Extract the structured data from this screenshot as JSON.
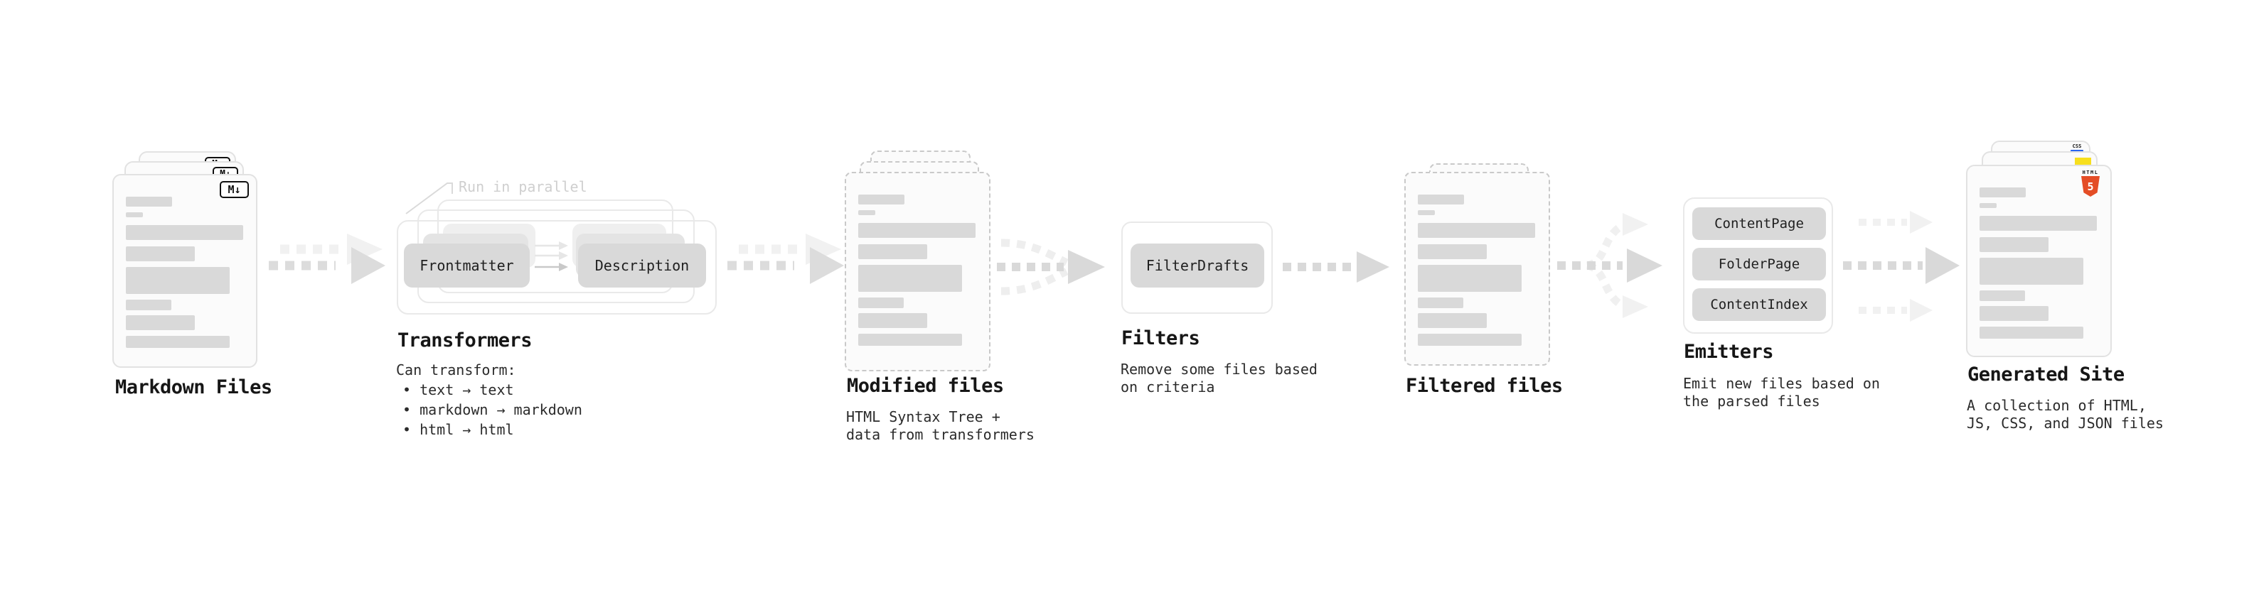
{
  "diagram": {
    "note": "Run in parallel",
    "markdown": {
      "heading": "Markdown Files",
      "badge": "M↓"
    },
    "transformers": {
      "heading": "Transformers",
      "node_a": "Frontmatter",
      "node_b": "Description",
      "desc_heading": "Can transform:",
      "bullets": [
        "• text → text",
        "• markdown → markdown",
        "• html → html"
      ]
    },
    "modified": {
      "heading": "Modified files",
      "desc": [
        "HTML Syntax Tree +",
        "data from transformers"
      ]
    },
    "filters": {
      "heading": "Filters",
      "node": "FilterDrafts",
      "desc": [
        "Remove some files based",
        "on criteria"
      ]
    },
    "filtered": {
      "heading": "Filtered files"
    },
    "emitters": {
      "heading": "Emitters",
      "nodes": [
        "ContentPage",
        "FolderPage",
        "ContentIndex"
      ],
      "desc": [
        "Emit new files based on",
        "the parsed files"
      ]
    },
    "generated": {
      "heading": "Generated Site",
      "desc": [
        "A collection of HTML,",
        "JS, CSS, and JSON files"
      ],
      "css_badge": "CSS",
      "html_badge": {
        "label": "HTML",
        "number": "5"
      }
    },
    "colors": {
      "html5_orange": "#e44d26",
      "js_yellow": "#f7df1e",
      "css_blue": "#2965f1",
      "skeleton_gray": "#d9d9d9"
    }
  }
}
